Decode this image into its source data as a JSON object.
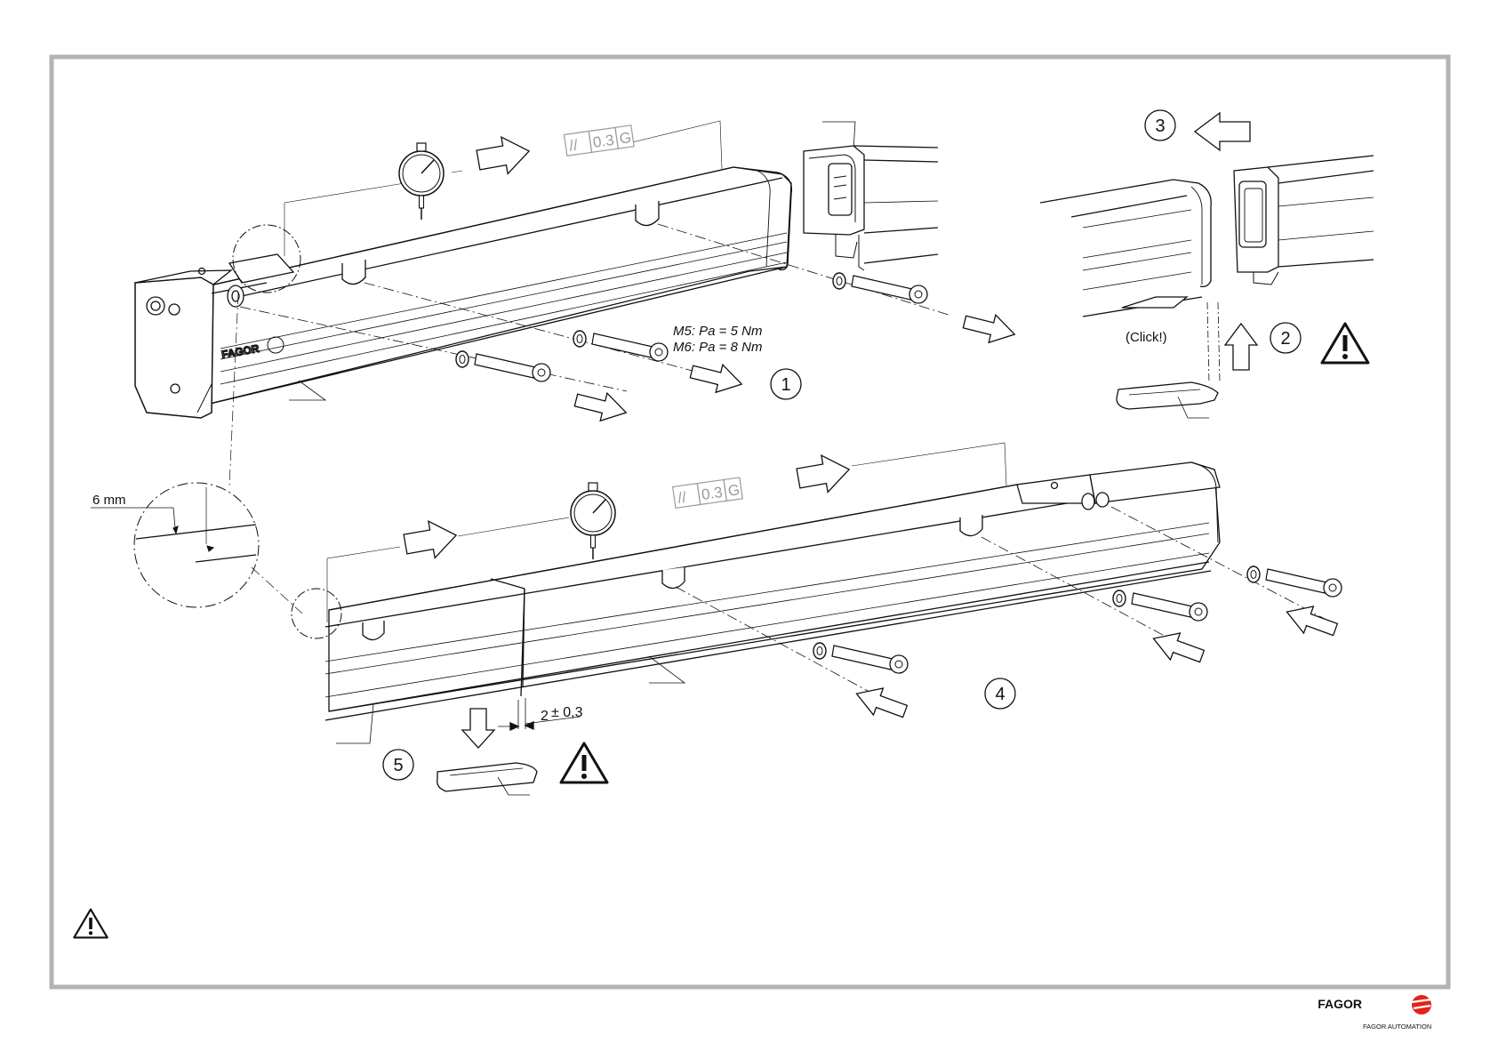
{
  "torque": {
    "m5": "M5: Pa = 5 Nm",
    "m6": "M6: Pa = 8 Nm"
  },
  "steps": [
    "1",
    "2",
    "3",
    "4",
    "5"
  ],
  "click_label": "(Click!)",
  "detail": {
    "gap_label": "6 mm"
  },
  "tolerance": {
    "nominal": "2",
    "deviation": "± 0,3"
  },
  "gauge_frame": {
    "symbol": "//",
    "value": "0.3",
    "datum": "G"
  },
  "brand": {
    "name": "FAGOR",
    "subtitle": "FAGOR AUTOMATION",
    "emboss": "FAGOR"
  },
  "icons": [
    "warning-icon",
    "dial-indicator-icon",
    "arrow-icon",
    "screw-icon",
    "fagor-logo-icon"
  ],
  "colors": {
    "frame": "#b3b3b3",
    "line": "#1a1a1a",
    "brand_red": "#e2231a"
  }
}
